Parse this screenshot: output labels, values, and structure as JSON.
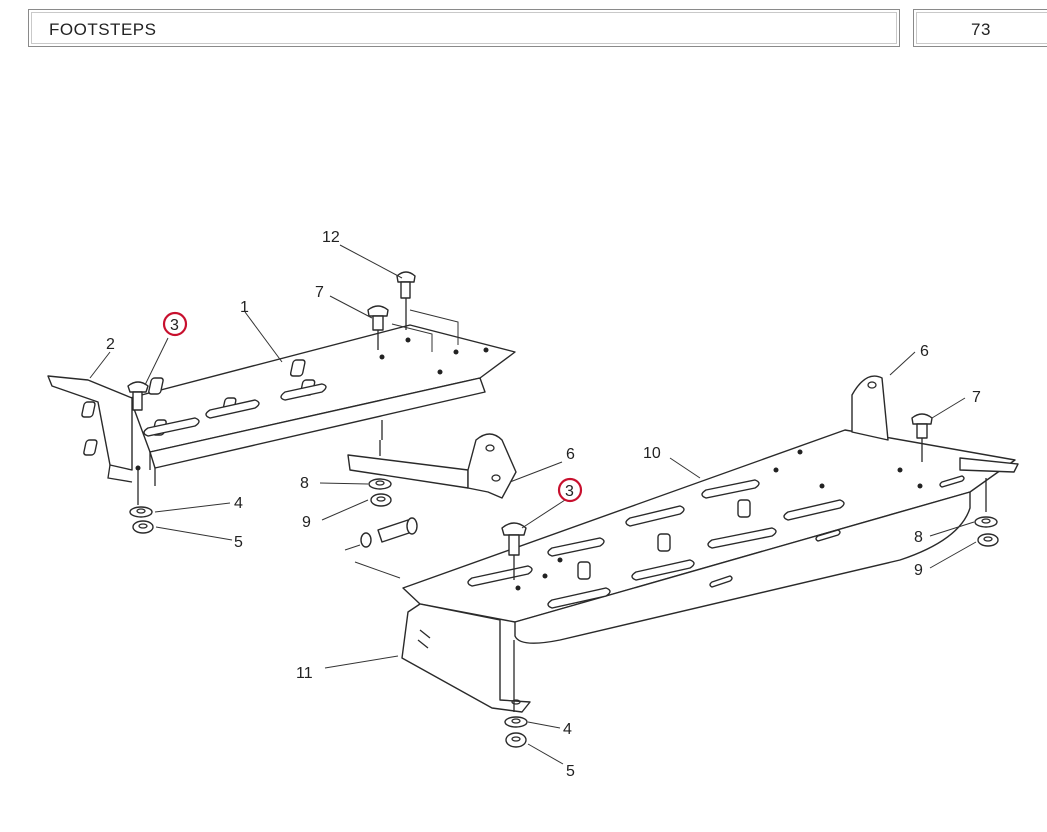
{
  "header": {
    "title": "FOOTSTEPS",
    "page_number": "73"
  },
  "callouts": {
    "c1": "1",
    "c2": "2",
    "c3a": "3",
    "c3b": "3",
    "c4a": "4",
    "c4b": "4",
    "c5a": "5",
    "c5b": "5",
    "c6a": "6",
    "c6b": "6",
    "c7a": "7",
    "c7b": "7",
    "c8a": "8",
    "c8b": "8",
    "c9a": "9",
    "c9b": "9",
    "c10": "10",
    "c11": "11",
    "c12": "12"
  },
  "highlight_color": "#c8102e"
}
